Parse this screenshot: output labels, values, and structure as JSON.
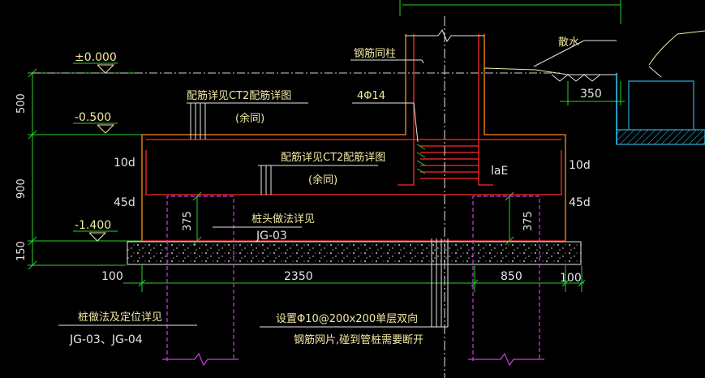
{
  "colors": {
    "background": "#000000",
    "green": "#27d22b",
    "red": "#ff2a2a",
    "yellow": "#f1e9a4",
    "white": "#e6e6e6",
    "magenta": "#d33ae6",
    "cyan": "#2fd3ff",
    "orange": "#ff8a1c"
  },
  "levels": {
    "top": "±0.000",
    "mid": "-0.500",
    "bottom": "-1.400"
  },
  "vertical_dims": {
    "d500": "500",
    "d900": "900",
    "d150": "150"
  },
  "horizontal_dims": {
    "left_edge": "100",
    "main": "2350",
    "right_part": "850",
    "right_edge": "100",
    "trench": "350"
  },
  "anchor_marks": {
    "left_10d": "10d",
    "left_45d": "45d",
    "right_10d": "10d",
    "right_45d": "45d",
    "lae": "laE"
  },
  "pile_dims": {
    "left_375": "375",
    "right_375": "375"
  },
  "notes": {
    "rebar_column": "钢筋同柱",
    "apron": "散水",
    "rebar_detail_1": "配筋详见CT2配筋详图",
    "rebar_detail_1_sub": "(余同)",
    "rebar_4phi14": "4Φ14",
    "rebar_detail_2": "配筋详见CT2配筋详图",
    "rebar_detail_2_sub": "(余同)",
    "pile_head": "桩头做法详见",
    "pile_head_ref": "JG-03",
    "pile_method": "桩做法及定位详见",
    "pile_method_ref": "JG-03、JG-04",
    "mesh_1": "设置Φ10@200x200单层双向",
    "mesh_2": "钢筋网片,碰到管桩需要断开"
  }
}
